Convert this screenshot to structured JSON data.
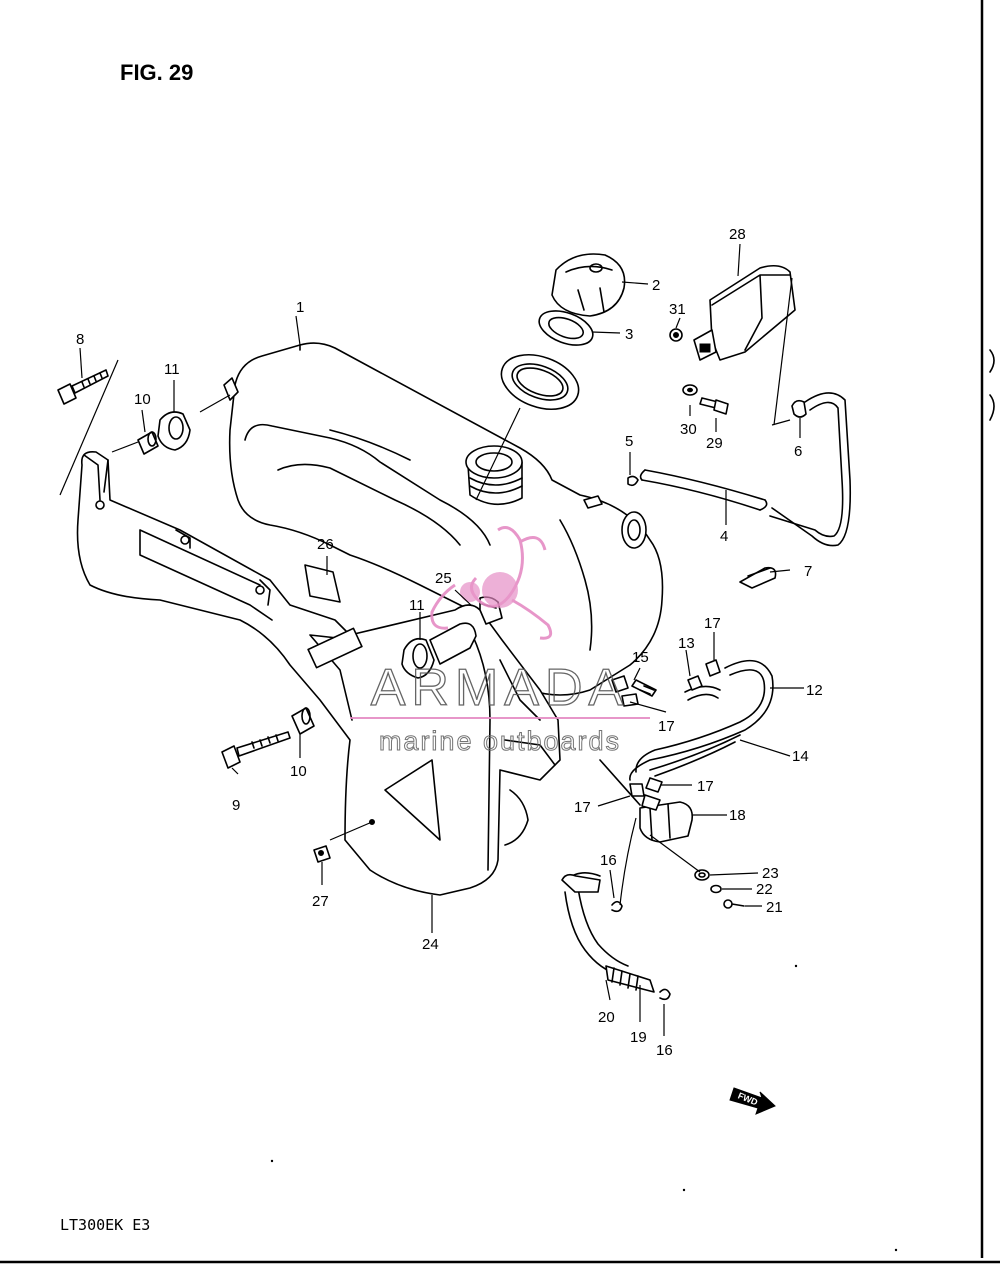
{
  "figure": {
    "title": "FIG. 29",
    "model_code": "LT300EK  E3",
    "direction_label": "FWD"
  },
  "watermark": {
    "brand": "ARMADA",
    "tagline": "marine outboards",
    "logo_color": "#e58bc4"
  },
  "callouts": [
    {
      "id": "c1",
      "label": "1"
    },
    {
      "id": "c2",
      "label": "2"
    },
    {
      "id": "c3",
      "label": "3"
    },
    {
      "id": "c4",
      "label": "4"
    },
    {
      "id": "c5",
      "label": "5"
    },
    {
      "id": "c6",
      "label": "6"
    },
    {
      "id": "c7",
      "label": "7"
    },
    {
      "id": "c8",
      "label": "8"
    },
    {
      "id": "c9",
      "label": "9"
    },
    {
      "id": "c10a",
      "label": "10"
    },
    {
      "id": "c10b",
      "label": "10"
    },
    {
      "id": "c11a",
      "label": "11"
    },
    {
      "id": "c11b",
      "label": "11"
    },
    {
      "id": "c12",
      "label": "12"
    },
    {
      "id": "c13",
      "label": "13"
    },
    {
      "id": "c14",
      "label": "14"
    },
    {
      "id": "c15",
      "label": "15"
    },
    {
      "id": "c16a",
      "label": "16"
    },
    {
      "id": "c16b",
      "label": "16"
    },
    {
      "id": "c17a",
      "label": "17"
    },
    {
      "id": "c17b",
      "label": "17"
    },
    {
      "id": "c17c",
      "label": "17"
    },
    {
      "id": "c17d",
      "label": "17"
    },
    {
      "id": "c18",
      "label": "18"
    },
    {
      "id": "c19",
      "label": "19"
    },
    {
      "id": "c20",
      "label": "20"
    },
    {
      "id": "c21",
      "label": "21"
    },
    {
      "id": "c22",
      "label": "22"
    },
    {
      "id": "c23",
      "label": "23"
    },
    {
      "id": "c24",
      "label": "24"
    },
    {
      "id": "c25",
      "label": "25"
    },
    {
      "id": "c26",
      "label": "26"
    },
    {
      "id": "c27",
      "label": "27"
    },
    {
      "id": "c28",
      "label": "28"
    },
    {
      "id": "c29",
      "label": "29"
    },
    {
      "id": "c30",
      "label": "30"
    },
    {
      "id": "c31",
      "label": "31"
    }
  ]
}
